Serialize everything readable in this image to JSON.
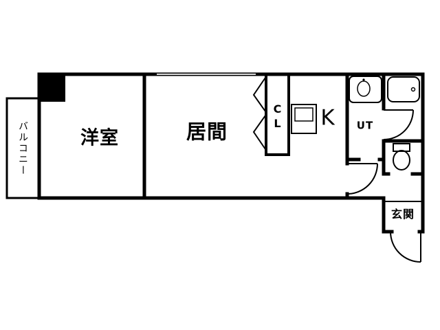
{
  "floor_plan": {
    "background": "#ffffff",
    "wall_color": "#000000",
    "rooms": {
      "balcony": {
        "label": "バルコニー"
      },
      "western_room": {
        "label": "洋室"
      },
      "living_room": {
        "label": "居間"
      },
      "closet": {
        "label": "CL"
      },
      "kitchen": {
        "label": "K"
      },
      "utility": {
        "label": "UT"
      },
      "entrance": {
        "label": "玄関"
      }
    },
    "fixtures": [
      {
        "name": "pillar"
      },
      {
        "name": "stove-icon"
      },
      {
        "name": "washbasin-icon"
      },
      {
        "name": "bathtub-icon"
      },
      {
        "name": "toilet-icon"
      },
      {
        "name": "folding-door-icon"
      },
      {
        "name": "door-swing-icon"
      }
    ]
  }
}
